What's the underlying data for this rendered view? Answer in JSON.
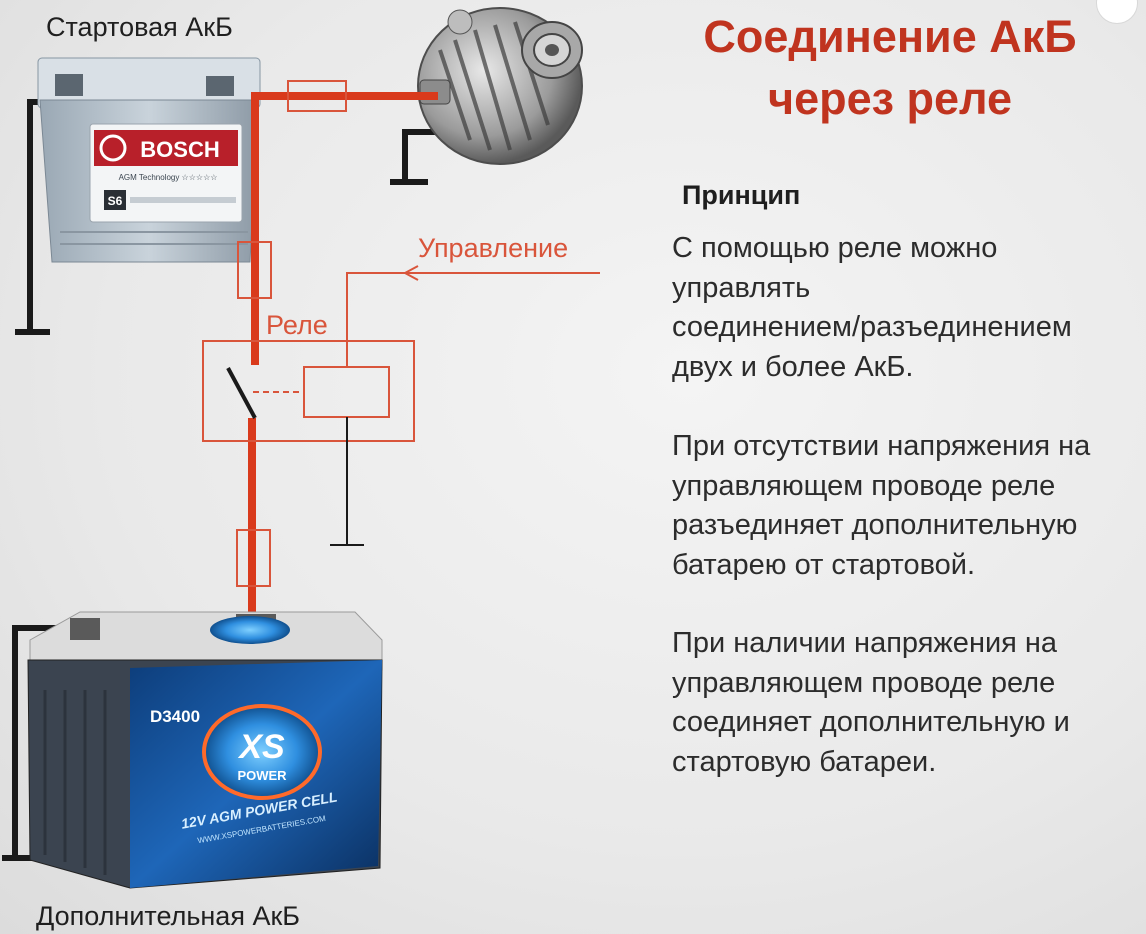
{
  "title": {
    "line1": "Соединение АкБ",
    "line2": "через реле"
  },
  "labels": {
    "starter_battery": "Стартовая АкБ",
    "aux_battery": "Дополнительная АкБ",
    "control": "Управление",
    "relay": "Реле"
  },
  "principle": {
    "heading": "Принцип",
    "para1": [
      "С помощью реле можно",
      "управлять",
      "соединением/разъединением",
      "двух и более АкБ."
    ],
    "para2": [
      "При отсутствии напряжения на",
      "управляющем проводе реле",
      "разъединяет дополнительную",
      "батарею от стартовой."
    ],
    "para3": [
      "При наличии напряжения на",
      "управляющем проводе реле",
      "соединяет дополнительную и",
      "стартовую батареи."
    ]
  },
  "battery_top": {
    "brand": "BOSCH",
    "sub": "AGM Technology ☆☆☆☆☆",
    "model": "S6"
  },
  "battery_bottom": {
    "model": "D3400",
    "brand_line1": "XS",
    "brand_line2": "POWER",
    "cell": "12V AGM POWER CELL",
    "site": "WWW.XSPOWERBATTERIES.COM"
  },
  "colors": {
    "wire": "#d93a1c",
    "relay_line": "#d9553b",
    "title": "#c0341f",
    "ground": "#1a1a1a"
  }
}
